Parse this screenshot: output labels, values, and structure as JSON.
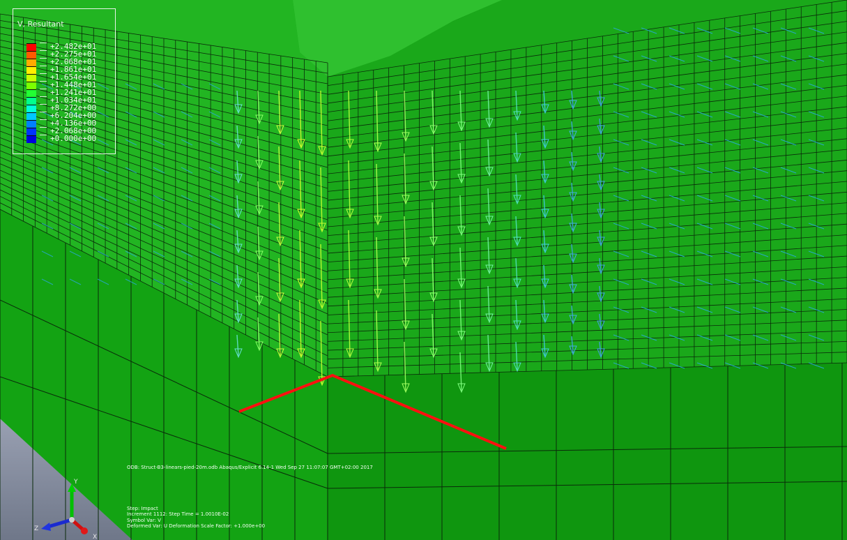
{
  "legend": {
    "title": "V, Resultant",
    "entries": [
      {
        "label": "+2.482e+01",
        "color": "#ff0000"
      },
      {
        "label": "+2.275e+01",
        "color": "#ff5a00"
      },
      {
        "label": "+2.068e+01",
        "color": "#ffaa00"
      },
      {
        "label": "+1.861e+01",
        "color": "#ffee00"
      },
      {
        "label": "+1.654e+01",
        "color": "#c8ff00"
      },
      {
        "label": "+1.448e+01",
        "color": "#7aff00"
      },
      {
        "label": "+1.241e+01",
        "color": "#22ff33"
      },
      {
        "label": "+1.034e+01",
        "color": "#00ff8c"
      },
      {
        "label": "+8.272e+00",
        "color": "#00ffd8"
      },
      {
        "label": "+6.204e+00",
        "color": "#00c8ff"
      },
      {
        "label": "+4.136e+00",
        "color": "#0080ff"
      },
      {
        "label": "+2.068e+00",
        "color": "#0033ff"
      },
      {
        "label": "+0.000e+00",
        "color": "#0000e0"
      }
    ]
  },
  "info": {
    "odb_line": "ODB: Struct-B3-linears-pied-20m.odb    Abaqus/Explicit 6.14-1    Wed Sep 27 11:07:07 GMT+02:00 2017",
    "step": "Step: Impact",
    "increment": "Increment    1112: Step Time =    1.0010E-02",
    "symbol_var": "Symbol Var: V",
    "deformed_var": "Deformed Var: U   Deformation Scale Factor: +1.000e+00"
  },
  "triad": {
    "x_label": "X",
    "y_label": "Y",
    "z_label": "Z"
  },
  "colors": {
    "model_green": "#00c800",
    "model_dark": "#0b8f0b",
    "mesh_line": "#0a2a0a",
    "crack_line": "#ff1010",
    "floor": "#8a92a8"
  }
}
